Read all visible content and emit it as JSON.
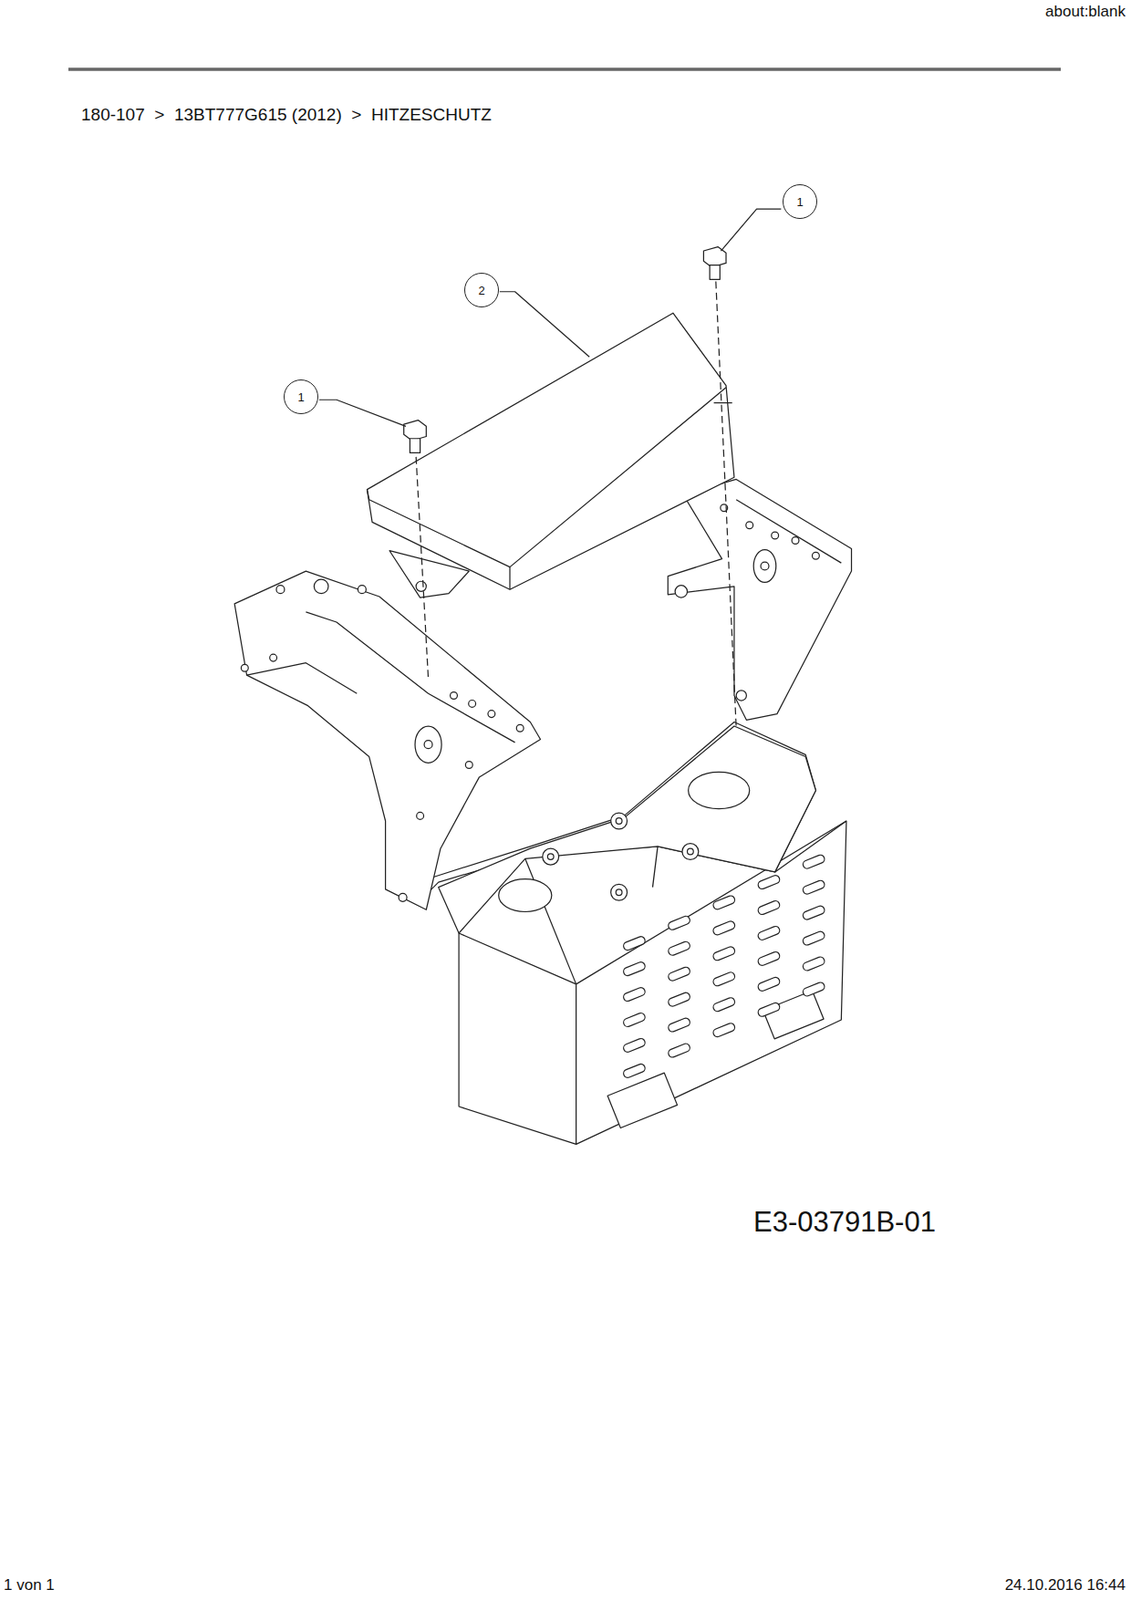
{
  "diagram": {
    "title": "180-107  >  13BT777G615 (2012)  >  HITZESCHUTZ",
    "nodes": [
      {
        "text": [
          "1"
        ]
      },
      {
        "text": [
          "2"
        ]
      },
      {
        "text": [
          "1"
        ]
      }
    ],
    "labels": [
      "about:blank",
      "E3-03791B-01",
      "1 von 1",
      "24.10.2016 16:44"
    ]
  }
}
